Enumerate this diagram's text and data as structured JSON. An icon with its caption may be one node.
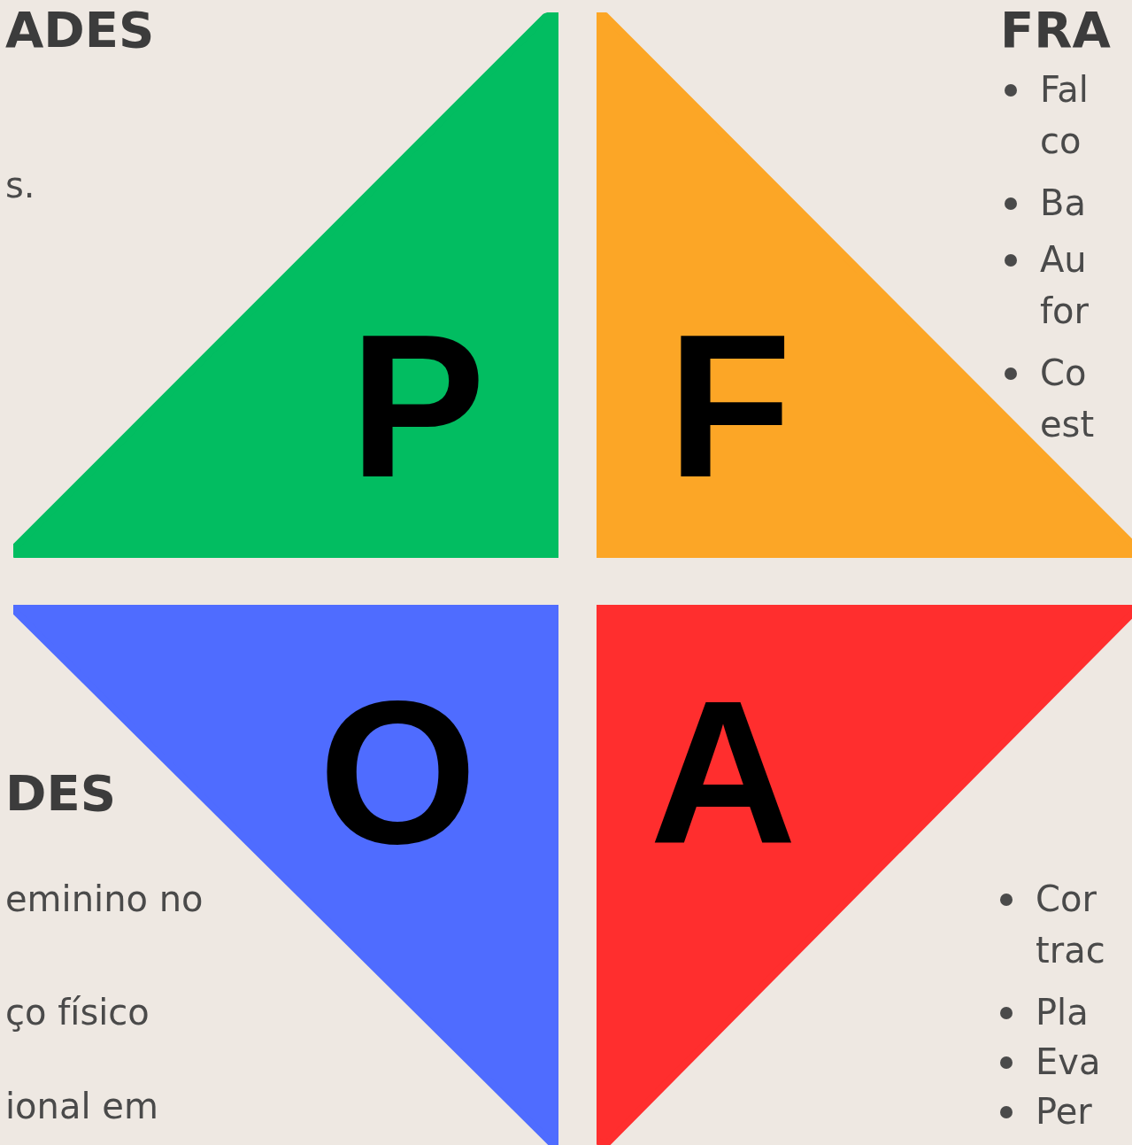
{
  "diagram": {
    "nodes": [
      {
        "text": [
          "P"
        ]
      },
      {
        "text": [
          "F"
        ]
      },
      {
        "text": [
          "O"
        ]
      },
      {
        "text": [
          "A"
        ]
      }
    ],
    "labels": [
      "ADES",
      "s.",
      "FRA",
      "Fal co",
      "Ba",
      "Au for",
      "Co est",
      "DES",
      "eminino no",
      "ço físico",
      "ional em",
      "Cor trac",
      "Pla",
      "Eva",
      "Per"
    ]
  }
}
